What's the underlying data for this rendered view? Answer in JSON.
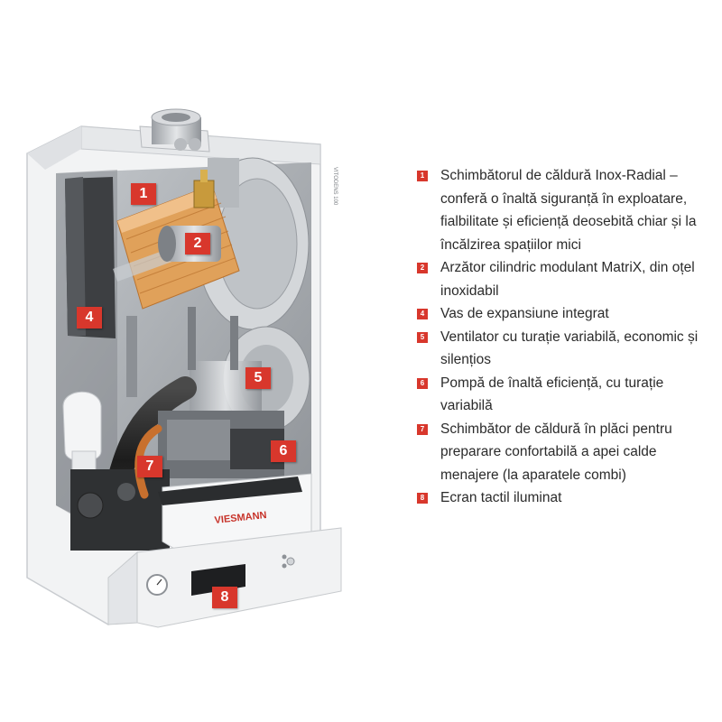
{
  "diagram": {
    "brand_logo_text": "VIESMANN",
    "side_label_text": "VITODENS 100",
    "callouts": [
      {
        "num": "1"
      },
      {
        "num": "2"
      },
      {
        "num": "4"
      },
      {
        "num": "5"
      },
      {
        "num": "6"
      },
      {
        "num": "7"
      },
      {
        "num": "8"
      }
    ]
  },
  "legend": {
    "items": [
      {
        "num": "1",
        "text": "Schimbătorul de căldură Inox-Radial – conferă o înaltă siguranță în exploatare, fialbilitate și eficiență deosebită chiar și la încălzirea spațiilor mici"
      },
      {
        "num": "2",
        "text": "Arzător cilindric modulant MatriX, din oțel inoxidabil"
      },
      {
        "num": "4",
        "text": "Vas de expansiune integrat"
      },
      {
        "num": "5",
        "text": "Ventilator cu turație variabilă, economic și silențios"
      },
      {
        "num": "6",
        "text": "Pompă de înaltă eficiență, cu turație variabilă"
      },
      {
        "num": "7",
        "text": "Schimbător de căldură în plăci pentru preparare confortabilă a apei calde menajere (la aparatele combi)"
      },
      {
        "num": "8",
        "text": "Ecran tactil iluminat"
      }
    ]
  },
  "colors": {
    "accent": "#d8372c",
    "text": "#2b2b2b",
    "heat_exchanger": "#e0a15a"
  }
}
